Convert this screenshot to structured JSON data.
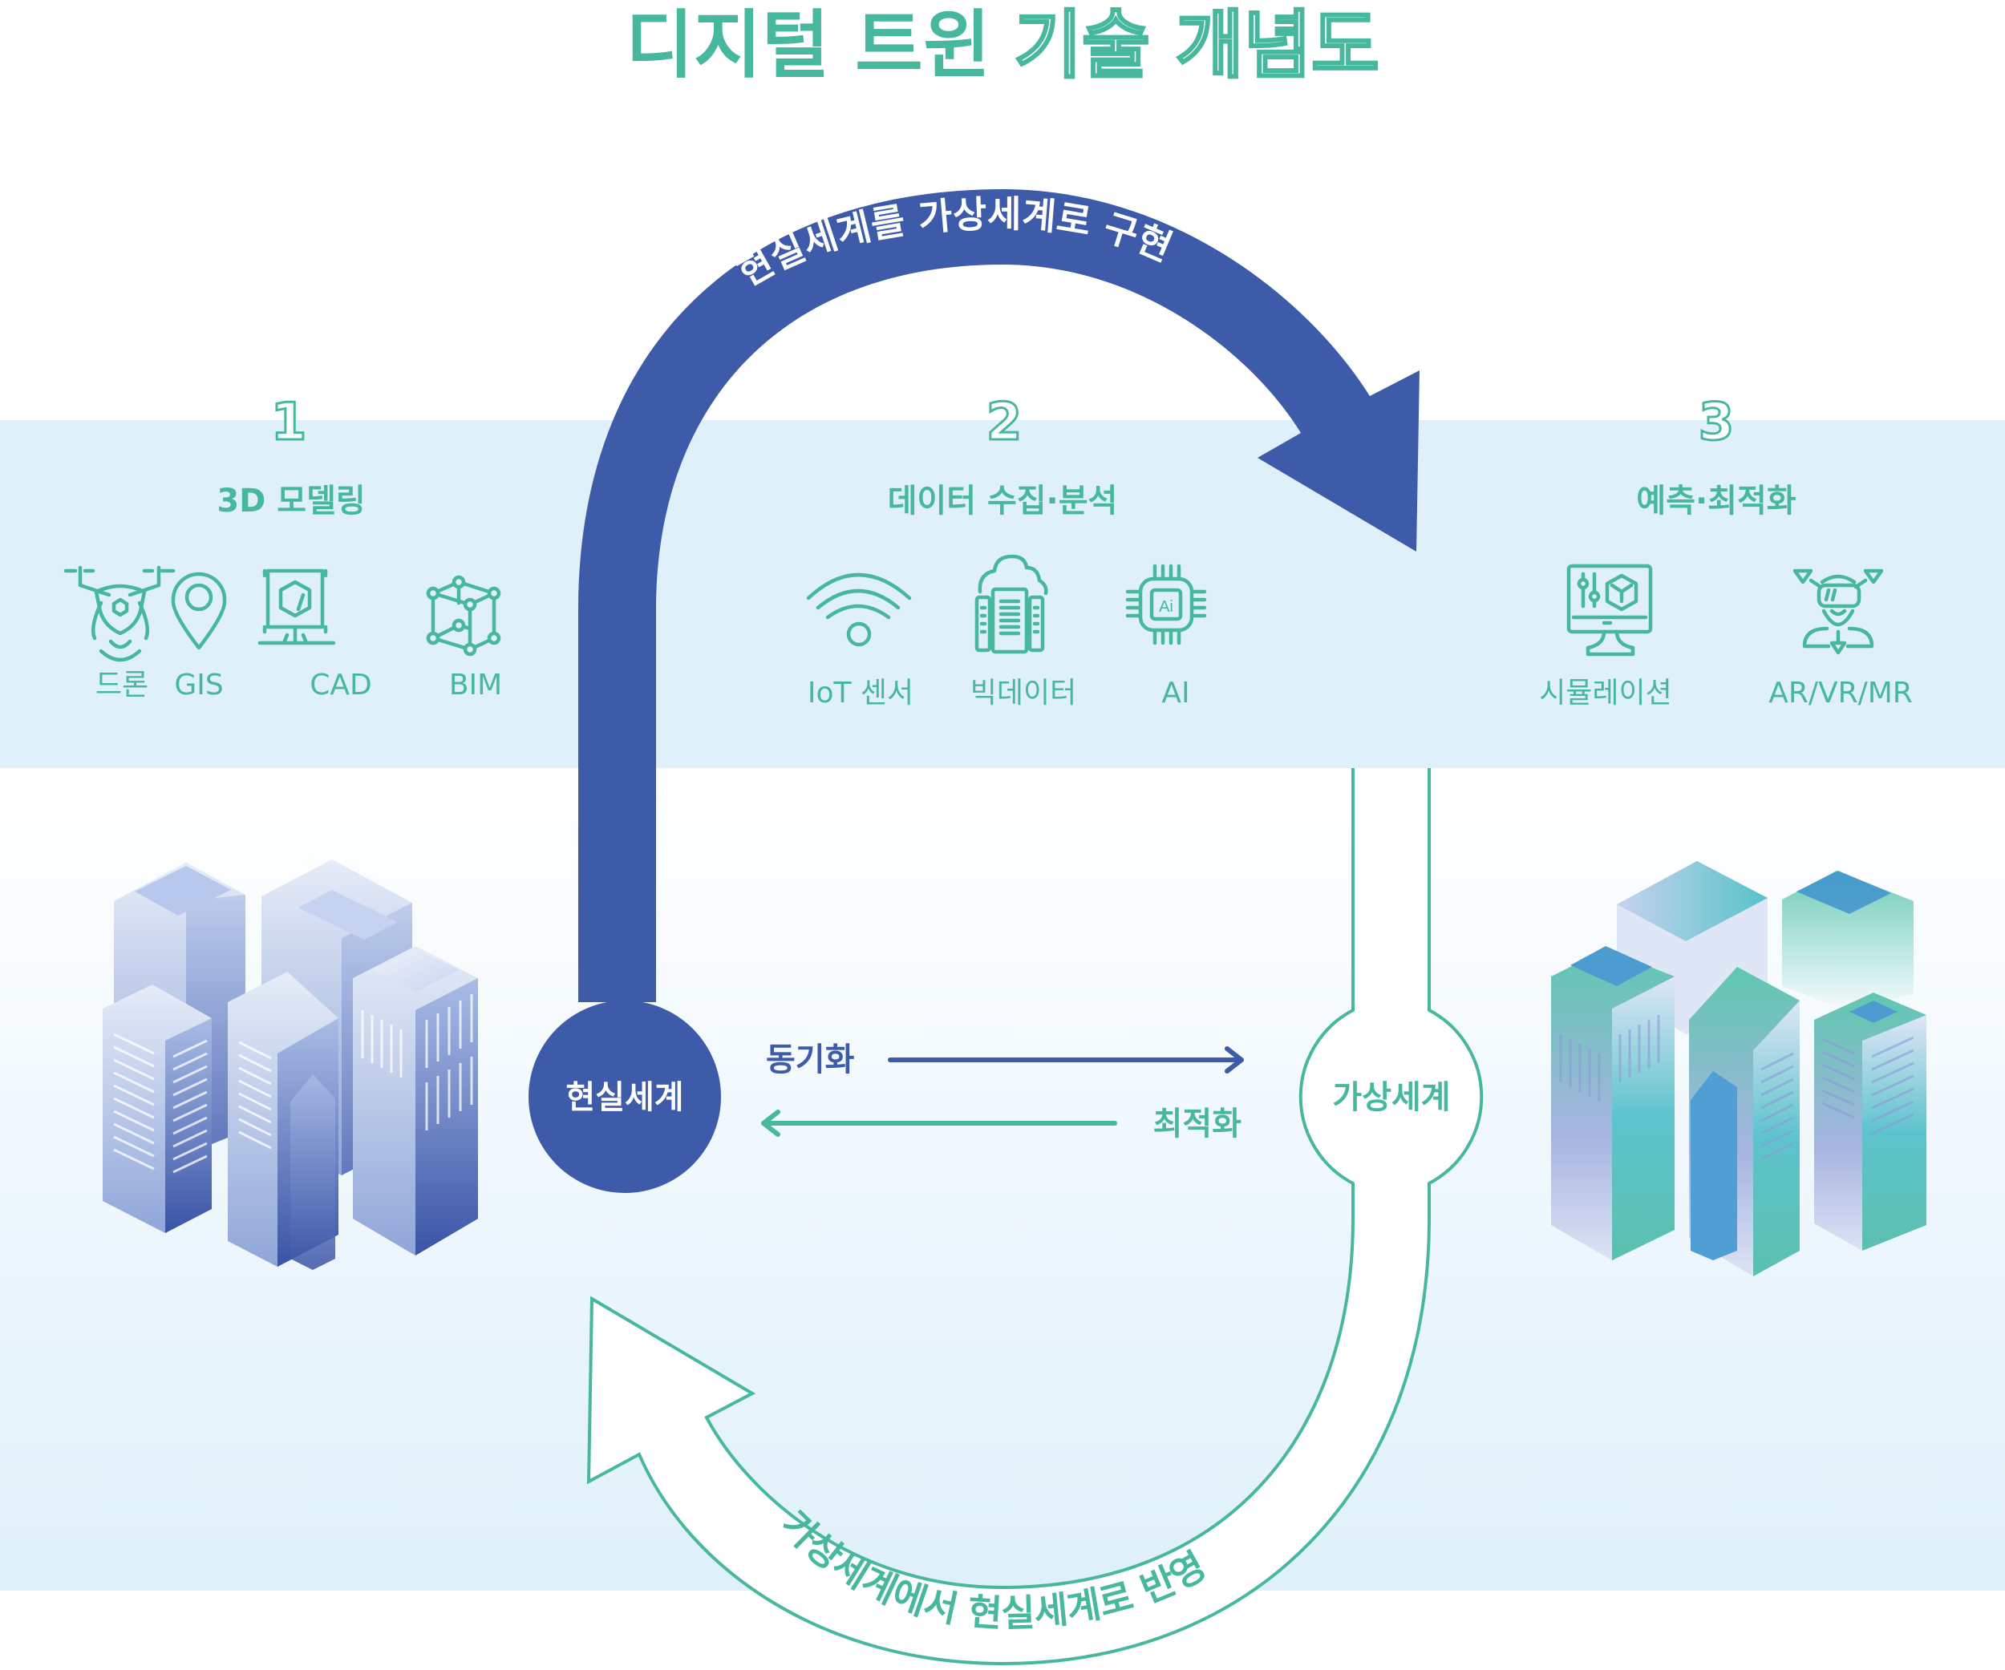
{
  "title": {
    "solid_part": "디지털 트윈",
    "outline_part": "기술 개념도"
  },
  "colors": {
    "teal": "#47b89d",
    "blue": "#3d5ba8",
    "band": "#dff0fa",
    "lower_bg_bottom": "#e0f1fb"
  },
  "steps": [
    {
      "number": "1",
      "title": "3D 모델링",
      "items": [
        {
          "label": "드론",
          "icon": "drone-icon"
        },
        {
          "label": "GIS",
          "icon": "map-pin-icon"
        },
        {
          "label": "CAD",
          "icon": "cad-screen-icon"
        },
        {
          "label": "BIM",
          "icon": "cube-network-icon"
        }
      ]
    },
    {
      "number": "2",
      "title": "데이터 수집·분석",
      "items": [
        {
          "label": "IoT 센서",
          "icon": "wifi-sensor-icon"
        },
        {
          "label": "빅데이터",
          "icon": "server-cloud-icon"
        },
        {
          "label": "AI",
          "icon": "ai-chip-icon"
        }
      ]
    },
    {
      "number": "3",
      "title": "예측·최적화",
      "items": [
        {
          "label": "시뮬레이션",
          "icon": "simulation-monitor-icon"
        },
        {
          "label": "AR/VR/MR",
          "icon": "vr-headset-person-icon"
        }
      ]
    }
  ],
  "flow": {
    "top_arc_label": "현실세계를 가상세계로 구현",
    "bottom_arc_label": "가상세계에서 현실세계로 반영",
    "real_world": "현실세계",
    "virtual_world": "가상세계",
    "sync_label": "동기화",
    "optimize_label": "최적화"
  },
  "illustrations": {
    "left": "real-city-buildings",
    "right": "virtual-city-buildings"
  }
}
